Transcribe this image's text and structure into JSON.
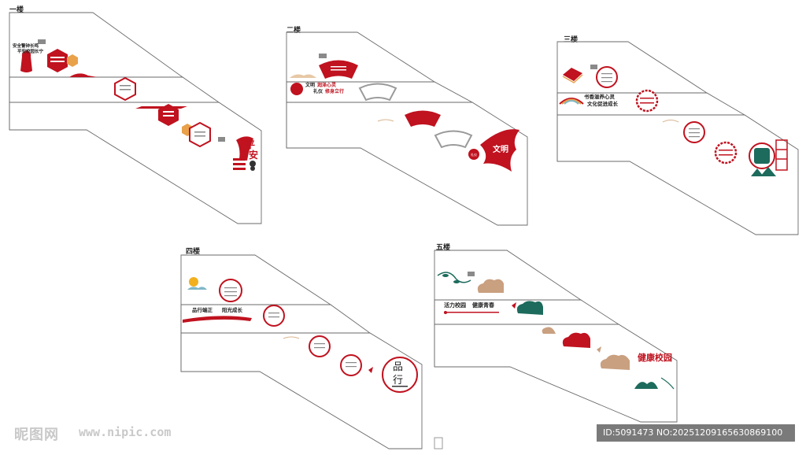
{
  "floors": {
    "f1": {
      "label": "一楼",
      "slogan_line1": "安全警钟长鸣",
      "slogan_line2": "平安校园长宁",
      "big_char_1": "平",
      "big_char_2": "安"
    },
    "f2": {
      "label": "二楼",
      "slogan_prefix": "文明",
      "slogan_highlight": "润泽心灵",
      "slogan_line2a": "礼仪",
      "slogan_line2b": "修身立行",
      "big_char": "文明",
      "small_tag": "礼仪"
    },
    "f3": {
      "label": "三楼",
      "slogan_line1": "书香滋养心灵",
      "slogan_line2": "文化促进成长"
    },
    "f4": {
      "label": "四楼",
      "slogan_a": "品行端正",
      "slogan_b": "阳光成长",
      "big_char_1": "品",
      "big_char_2": "行"
    },
    "f5": {
      "label": "五楼",
      "slogan_a": "活力校园",
      "slogan_b": "健康青春",
      "big_title": "健康校园"
    }
  },
  "watermark": {
    "logo_text": "昵图网",
    "site": "www.nipic.com"
  },
  "image_id": "ID:5091473 NO:20251209165630869100",
  "colors": {
    "red": "#c0121f",
    "wall": "#6a6a6a",
    "teal": "#1d6b5d",
    "tan": "#c9a080",
    "gray": "#9a9a9a"
  }
}
